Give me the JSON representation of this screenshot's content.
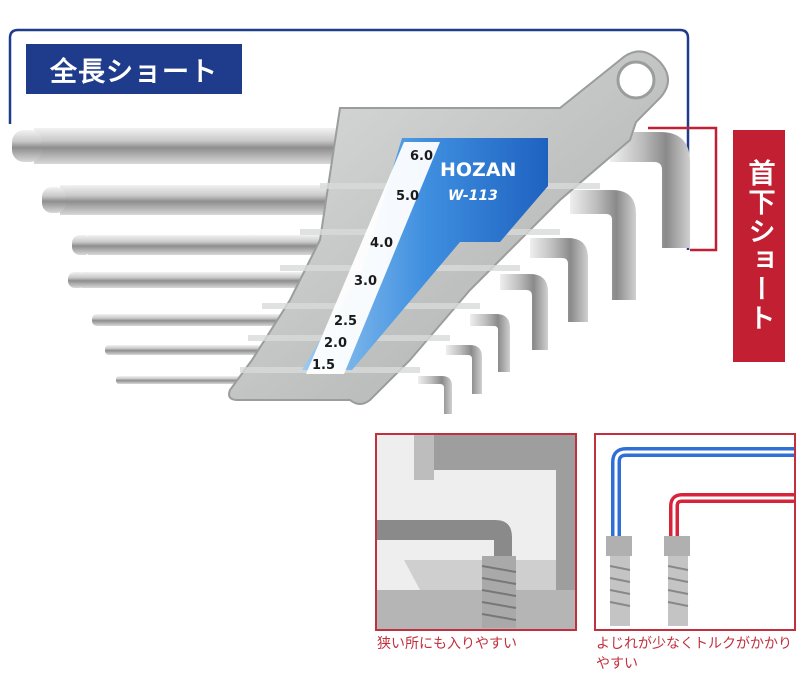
{
  "labels": {
    "full_length_short": "全長ショート",
    "neck_short": "首下ショート"
  },
  "brand": {
    "name": "HOZAN",
    "model": "W-113"
  },
  "sizes": [
    "6.0",
    "5.0",
    "4.0",
    "3.0",
    "2.5",
    "2.0",
    "1.5"
  ],
  "captions": {
    "left": "狭い所にも入りやすい",
    "right": "よじれが少なくトルクがかかりやすい"
  },
  "colors": {
    "navy": "#1f3b8c",
    "red": "#c21f33",
    "blue_panel": "#2f7fd6",
    "holder_gray": "#bfc2c0",
    "caption_red": "#c2303f"
  }
}
